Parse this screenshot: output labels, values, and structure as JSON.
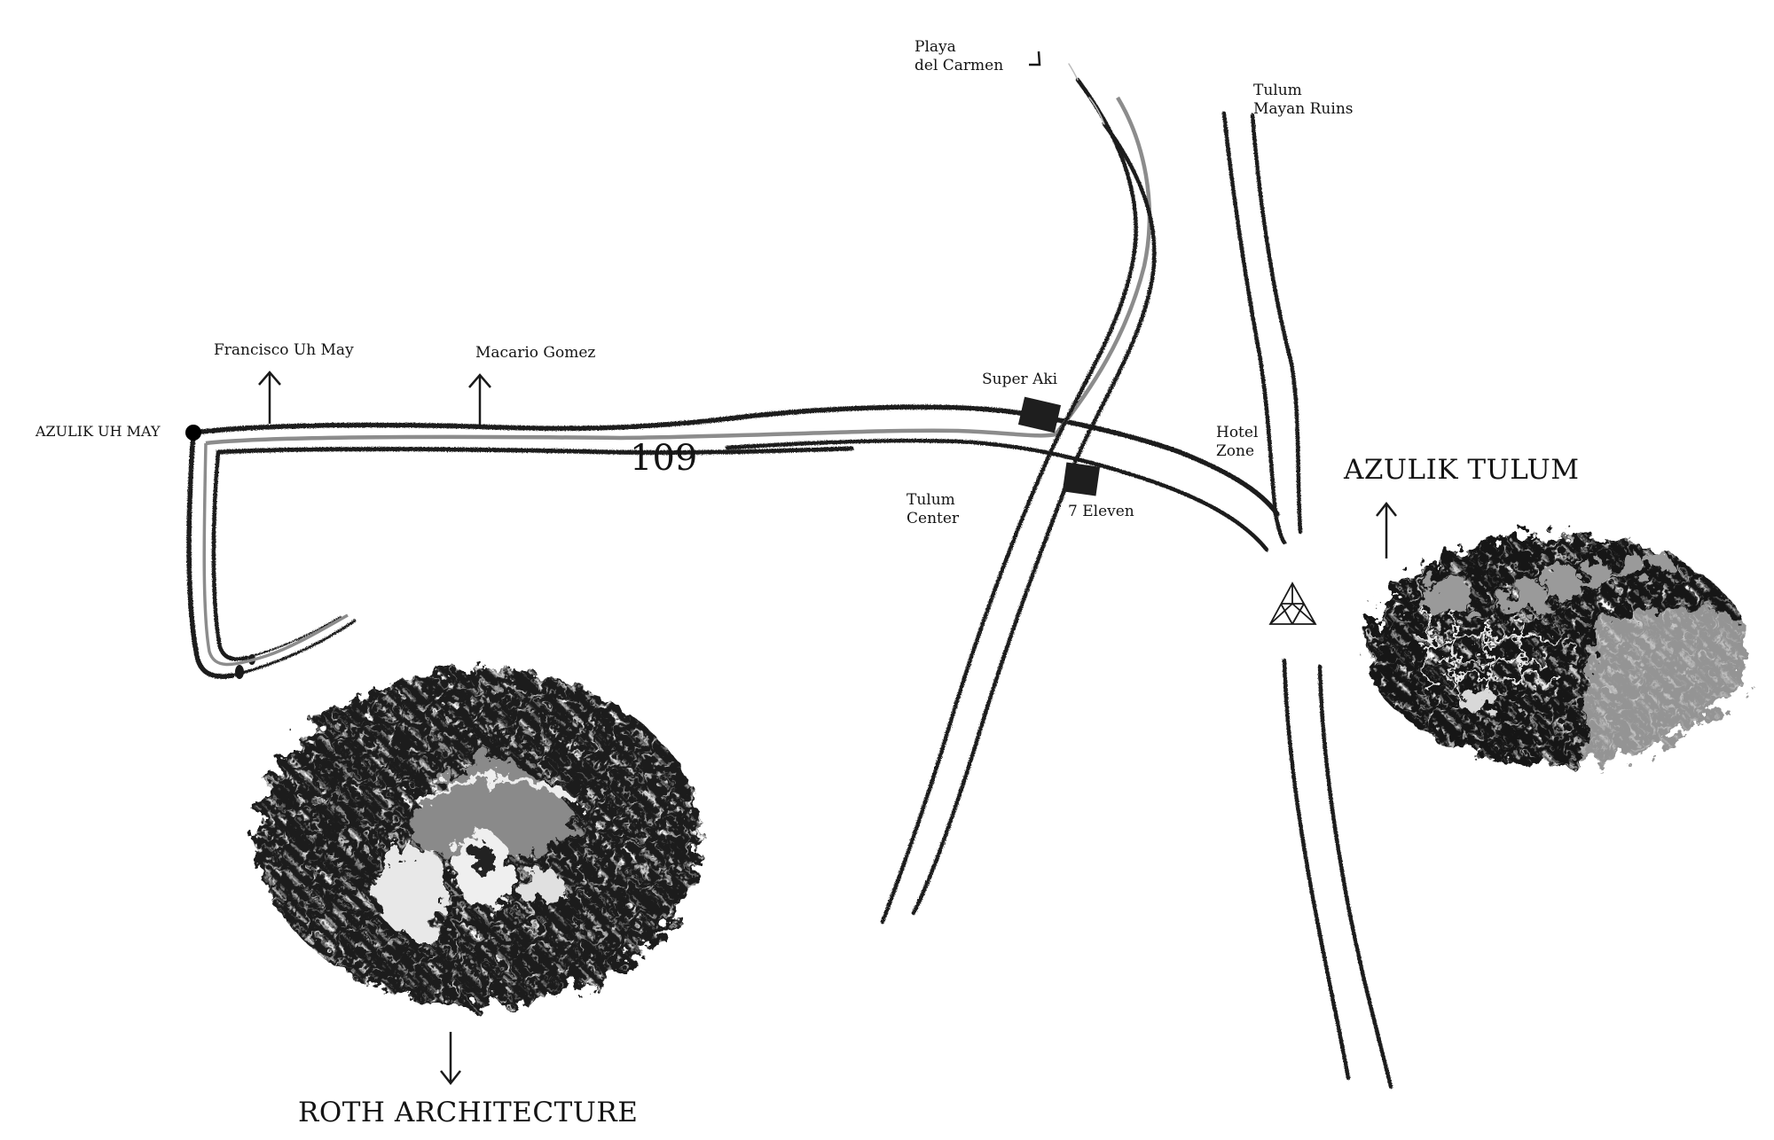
{
  "map": {
    "route_number": "109",
    "destinations": {
      "azulik_uh_may": {
        "label": "AZULIK UH MAY",
        "marker": "location-dot"
      },
      "azulik_tulum": {
        "label": "AZULIK TULUM",
        "logo": "triangle-logo-icon"
      },
      "roth_architecture": {
        "label": "ROTH ARCHITECTURE"
      }
    },
    "direction_labels": {
      "francisco_uh_may": "Francisco Uh May",
      "macario_gomez": "Macario Gomez",
      "playa_del_carmen": {
        "line1": "Playa",
        "line2": "del Carmen"
      },
      "tulum_mayan_ruins": {
        "line1": "Tulum",
        "line2": "Mayan Ruins"
      },
      "hotel_zone": {
        "line1": "Hotel",
        "line2": "Zone"
      },
      "tulum_center": {
        "line1": "Tulum",
        "line2": "Center"
      }
    },
    "landmarks": {
      "super_aki": "Super Aki",
      "seven_eleven": "7 Eleven"
    },
    "photos": {
      "uh_may": "aerial-photo-uh-may-jungle-structure",
      "tulum": "aerial-photo-tulum-beach-cabanas"
    },
    "colors": {
      "road_ink": "#1a1a1a",
      "route_highlight": "#8c8c8c",
      "background": "#ffffff"
    }
  }
}
